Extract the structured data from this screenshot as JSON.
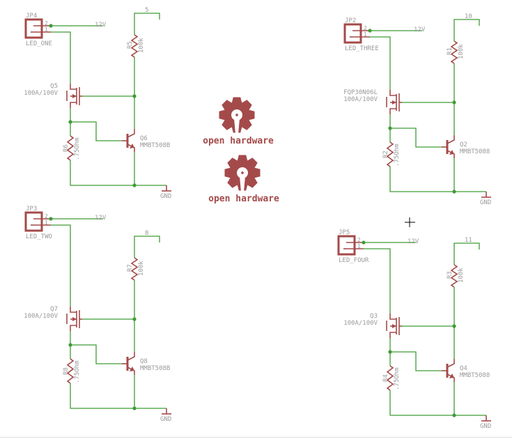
{
  "colors": {
    "wire": "#3f9c35",
    "part": "#a44a4a",
    "text": "#9a9a9a"
  },
  "logos": [
    {
      "text": "open hardware"
    },
    {
      "text": "open hardware"
    }
  ],
  "blocks": [
    {
      "connector": "JP4",
      "connector_value": "LED_ONE",
      "pin2": "2",
      "pin1": "1",
      "supply": "12V",
      "net": "5",
      "r_top": "R5",
      "r_top_value": "100k",
      "fet_lines": [
        "Q5",
        "100A/100V"
      ],
      "r_bot": "R6",
      "r_bot_value": ".75Ohm",
      "bjt": "Q6",
      "bjt_value": "MMBT508B",
      "gnd": "GND"
    },
    {
      "connector": "JP3",
      "connector_value": "LED_TWO",
      "pin2": "2",
      "pin1": "1",
      "supply": "12V",
      "net": "8",
      "r_top": "R7",
      "r_top_value": "100k",
      "fet_lines": [
        "Q7",
        "100A/100V"
      ],
      "r_bot": "R8",
      "r_bot_value": ".75Ohm",
      "bjt": "Q8",
      "bjt_value": "MMBT508B",
      "gnd": "GND"
    },
    {
      "connector": "JP2",
      "connector_value": "LED_THREE",
      "pin2": "2",
      "pin1": "1",
      "supply": "12V",
      "net": "10",
      "r_top": "R1",
      "r_top_value": "100k",
      "fet_lines": [
        "FQP30N06L",
        "100A/100V"
      ],
      "r_bot": "R2",
      "r_bot_value": ".75Ohm",
      "bjt": "Q2",
      "bjt_value": "MMBT5088",
      "gnd": "GND"
    },
    {
      "connector": "JP5",
      "connector_value": "LED_FOUR",
      "pin2": "2",
      "pin1": "1",
      "supply": "12V",
      "net": "11",
      "r_top": "R3",
      "r_top_value": "100k",
      "fet_lines": [
        "Q3",
        "100A/100V"
      ],
      "r_bot": "R4",
      "r_bot_value": ".75Ohm",
      "bjt": "Q4",
      "bjt_value": "MMBT5088",
      "gnd": "GND"
    }
  ]
}
